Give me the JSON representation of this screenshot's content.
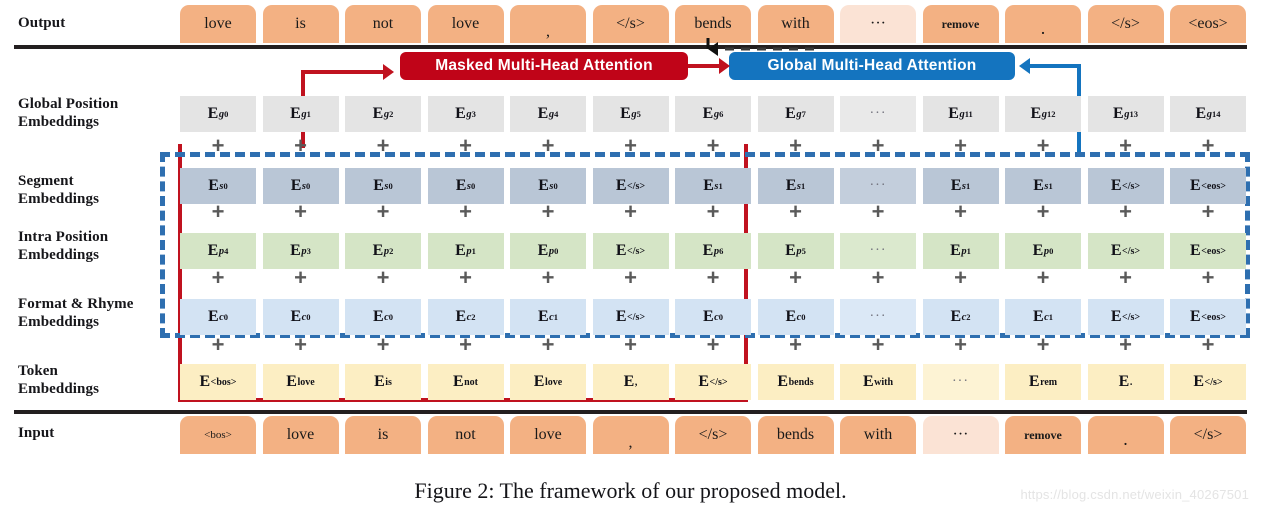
{
  "figure": {
    "caption": "Figure 2: The framework of our proposed model.",
    "watermark": "https://blog.csdn.net/weixin_40267501"
  },
  "colors": {
    "masked_attention": "#c00418",
    "global_attention": "#1474bf",
    "decoder_box_border": "#c0121f",
    "dashed_box_border": "#2e6fb0",
    "token_chip": "#f3b183",
    "token_chip_faded": "#fbe3d5",
    "global_position_cell": "#e4e4e4",
    "segment_cell": "#b9c6d6",
    "intra_position_cell": "#d5e5c6",
    "format_rhyme_cell": "#d3e3f3",
    "token_embedding_cell": "#fceec3"
  },
  "rows": {
    "output": {
      "label": "Output"
    },
    "global_position": {
      "label_line1": "Global Position",
      "label_line2": "Embeddings"
    },
    "segment": {
      "label_line1": "Segment",
      "label_line2": "Embeddings"
    },
    "intra_position": {
      "label_line1": "Intra Position",
      "label_line2": "Embeddings"
    },
    "format_rhyme": {
      "label_line1": "Format & Rhyme",
      "label_line2": "Embeddings"
    },
    "token": {
      "label_line1": "Token",
      "label_line2": "Embeddings"
    },
    "input": {
      "label": "Input"
    }
  },
  "attention": {
    "masked": "Masked Multi-Head Attention",
    "global": "Global Multi-Head Attention"
  },
  "output_tokens": [
    {
      "text": "love",
      "style": "normal"
    },
    {
      "text": "is",
      "style": "normal"
    },
    {
      "text": "not",
      "style": "normal"
    },
    {
      "text": "love",
      "style": "normal"
    },
    {
      "text": ",",
      "style": "comma"
    },
    {
      "text": "</s>",
      "style": "normal"
    },
    {
      "text": "bends",
      "style": "normal"
    },
    {
      "text": "with",
      "style": "normal"
    },
    {
      "text": "···",
      "style": "faded"
    },
    {
      "text": "remove",
      "style": "small"
    },
    {
      "text": ".",
      "style": "period"
    },
    {
      "text": "</s>",
      "style": "normal"
    },
    {
      "text": "<eos>",
      "style": "normal"
    }
  ],
  "input_tokens": [
    {
      "text": "<bos>",
      "style": "tiny"
    },
    {
      "text": "love",
      "style": "normal"
    },
    {
      "text": "is",
      "style": "normal"
    },
    {
      "text": "not",
      "style": "normal"
    },
    {
      "text": "love",
      "style": "normal"
    },
    {
      "text": ",",
      "style": "comma"
    },
    {
      "text": "</s>",
      "style": "normal"
    },
    {
      "text": "bends",
      "style": "normal"
    },
    {
      "text": "with",
      "style": "normal"
    },
    {
      "text": "···",
      "style": "faded"
    },
    {
      "text": "remove",
      "style": "small"
    },
    {
      "text": ".",
      "style": "period"
    },
    {
      "text": "</s>",
      "style": "normal"
    }
  ],
  "embeddings": {
    "global_position": [
      "g0",
      "g1",
      "g2",
      "g3",
      "g4",
      "g5",
      "g6",
      "g7",
      "…",
      "g11",
      "g12",
      "g13",
      "g14"
    ],
    "segment": [
      "s0",
      "s0",
      "s0",
      "s0",
      "s0",
      "</s>",
      "s1",
      "s1",
      "…",
      "s1",
      "s1",
      "</s>",
      "<eos>"
    ],
    "intra_position": [
      "p4",
      "p3",
      "p2",
      "p1",
      "p0",
      "</s>",
      "p6",
      "p5",
      "…",
      "p1",
      "p0",
      "</s>",
      "<eos>"
    ],
    "format_rhyme": [
      "c0",
      "c0",
      "c0",
      "c2",
      "c1",
      "</s>",
      "c0",
      "c0",
      "…",
      "c2",
      "c1",
      "</s>",
      "<eos>"
    ],
    "token": [
      "<bos>",
      "love",
      "is",
      "not",
      "love",
      ",",
      "</s>",
      "bends",
      "with",
      "…",
      "rem",
      ".",
      "</s>"
    ]
  },
  "plus_label": "+"
}
